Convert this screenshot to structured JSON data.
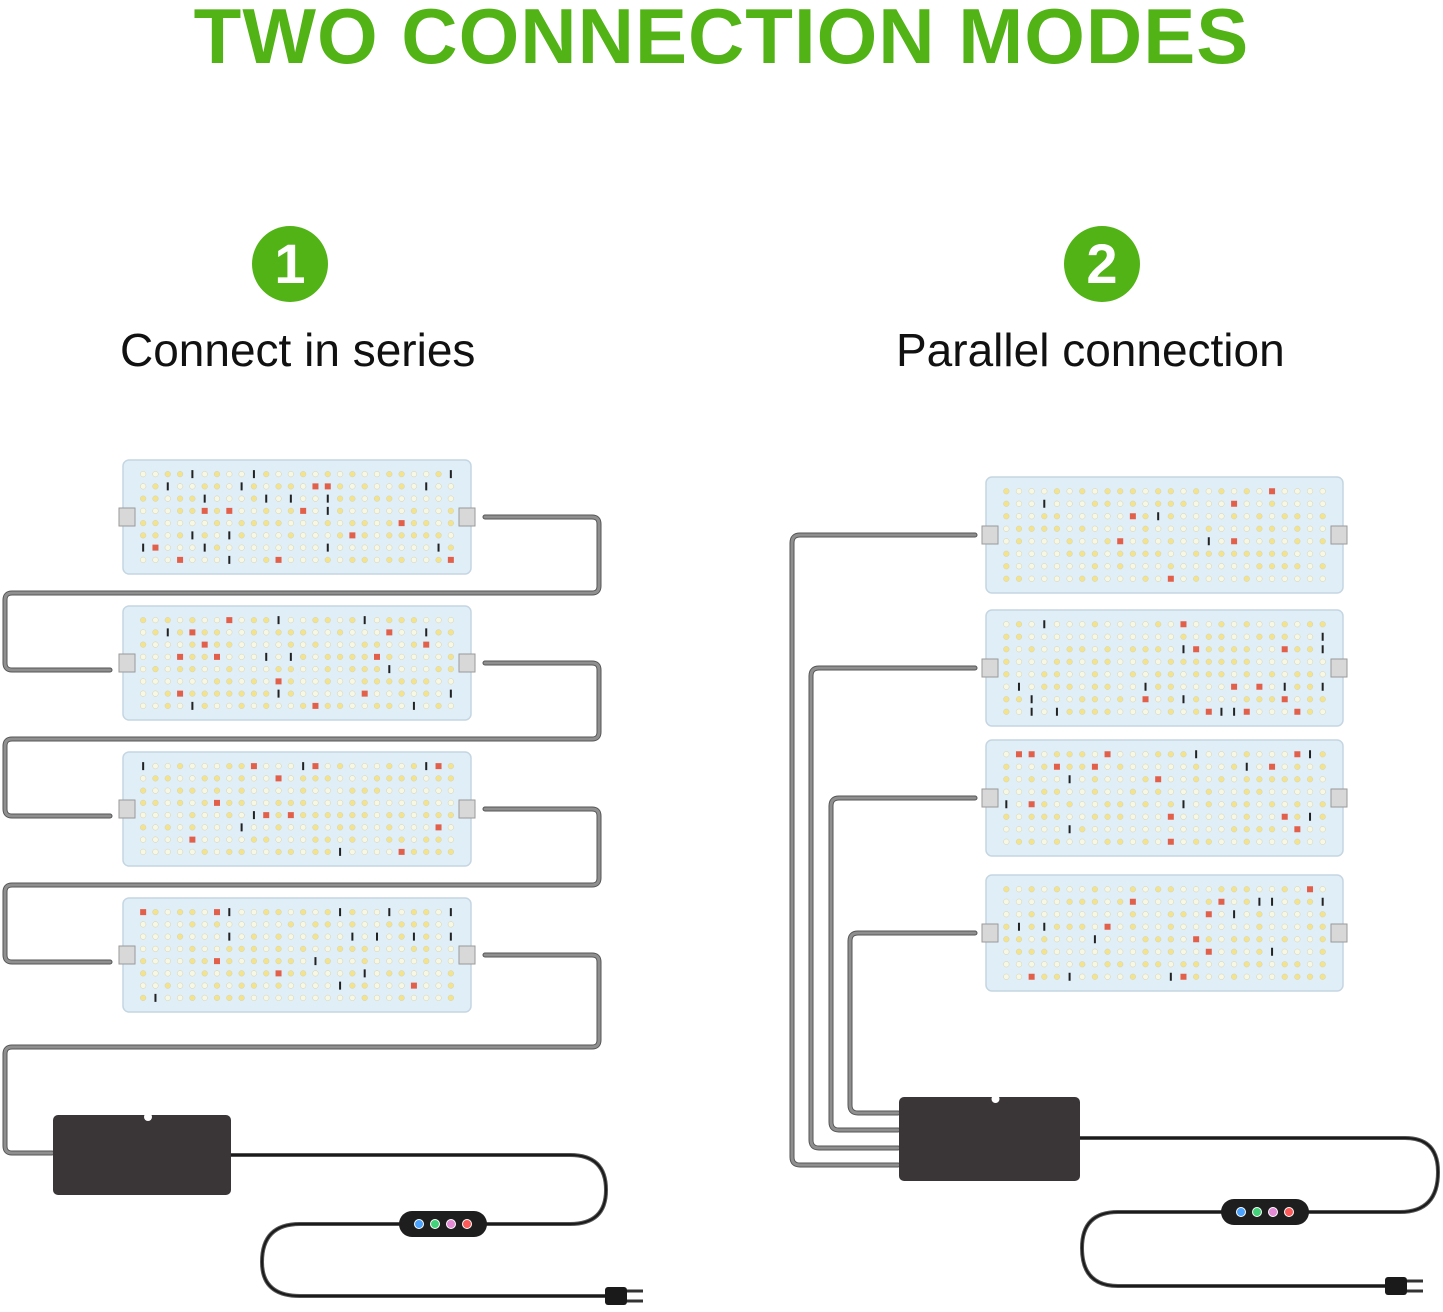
{
  "title": "TWO CONNECTION MODES",
  "colors": {
    "accent_green": "#52B316",
    "cable_gray": "#8f8f8f",
    "cable_dark": "#1a1a1a",
    "driver_box": "#3a3536",
    "panel_board": "#dfeef7",
    "led_white": "#f7f7e6",
    "led_warm": "#f3e38c",
    "led_red": "#e2604a",
    "led_ir": "#222222"
  },
  "modes": [
    {
      "number": "1",
      "label": "Connect in series",
      "panel_count": 4,
      "dimmer_buttons": [
        "blue",
        "green",
        "pink",
        "red"
      ]
    },
    {
      "number": "2",
      "label": "Parallel connection",
      "panel_count": 4,
      "dimmer_buttons": [
        "blue",
        "green",
        "pink",
        "red"
      ]
    }
  ],
  "icons": {
    "driver": "driver-box-icon",
    "dimmer": "dimmer-switch-icon",
    "plug": "power-plug-icon",
    "panel": "led-panel-icon"
  }
}
